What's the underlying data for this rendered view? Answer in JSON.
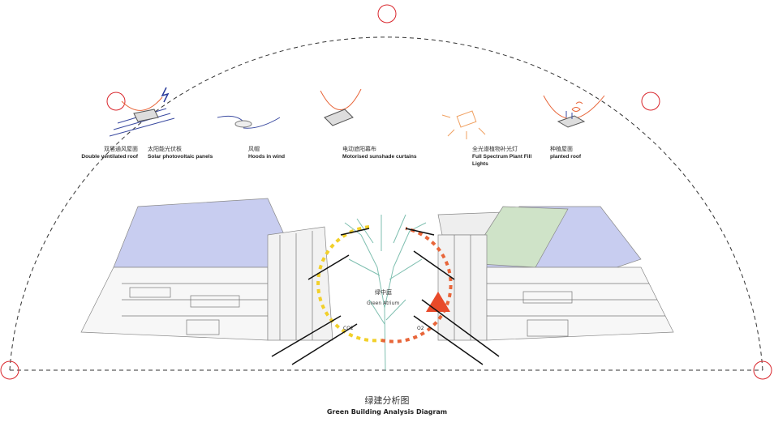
{
  "features": [
    {
      "cn": "双层通风屋面",
      "en": "Double ventilated roof",
      "icon": "ventilated-roof-icon"
    },
    {
      "cn": "太阳能光伏板",
      "en": "Solar photovoltaic panels",
      "icon": "solar-panel-icon"
    },
    {
      "cn": "风帽",
      "en": "Hoods in wind",
      "icon": "wind-hood-icon"
    },
    {
      "cn": "电动遮阳幕布",
      "en": "Motorised sunshade curtains",
      "icon": "sunshade-icon"
    },
    {
      "cn": "全光谱植物补光灯",
      "en": "Full Spectrum Plant Fill Lights",
      "icon": "plant-light-icon"
    },
    {
      "cn": "种植屋面",
      "en": "planted roof",
      "icon": "planted-roof-icon"
    }
  ],
  "atrium": {
    "cn": "绿中庭",
    "en": "Green Atrium"
  },
  "flows": {
    "left": "CO2",
    "right": "O2"
  },
  "title": {
    "cn": "绿建分析图",
    "en": "Green Building Analysis Diagram"
  },
  "colors": {
    "sun_arc": "#e8663a",
    "marker": "#d9262c",
    "roof_blue": "#c8cdf0",
    "roof_green": "#cfe3c8",
    "co2": "#f2d02a",
    "o2": "#e8663a",
    "tree": "#7fbfb0"
  }
}
